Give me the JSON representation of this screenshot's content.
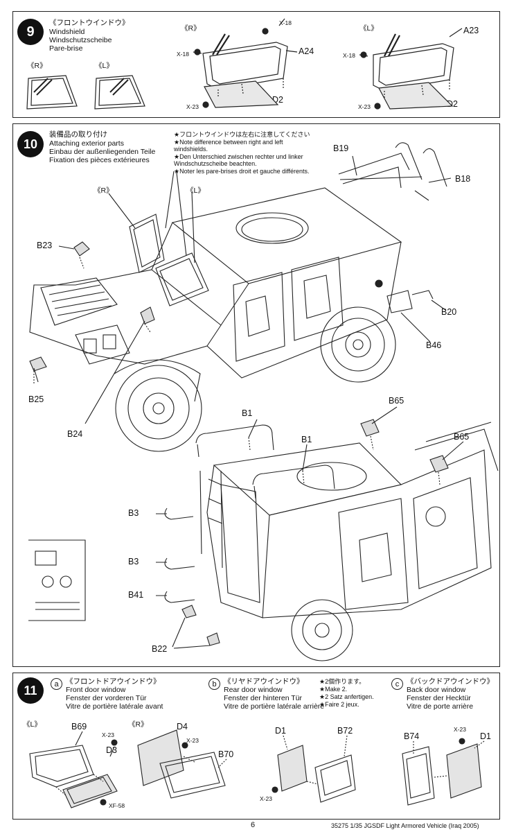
{
  "step9": {
    "number": "9",
    "title_jp": "《フロントウインドウ》",
    "title_en": "Windshield",
    "title_de": "Windschutzscheibe",
    "title_fr": "Pare-brise",
    "side_r": "《R》",
    "side_l": "《L》",
    "side_r2": "《R》",
    "side_l2": "《L》",
    "part_x18_a": "X-18",
    "part_x18_b": "X-18",
    "part_x18_c": "X-18",
    "part_a24": "A24",
    "part_a23": "A23",
    "part_d2_a": "D2",
    "part_d2_b": "D2",
    "part_x23_a": "X-23",
    "part_x23_b": "X-23"
  },
  "step10": {
    "number": "10",
    "title_jp": "装備品の取り付け",
    "title_en": "Attaching exterior parts",
    "title_de": "Einbau der außenliegenden Teile",
    "title_fr": "Fixation des pièces extérieures",
    "note_jp": "★フロントウインドウは左右に注意してください",
    "note_en1": "★Note difference between right and left",
    "note_en2": "windshields.",
    "note_de1": "★Den Unterschied zwischen rechter und linker",
    "note_de2": "Windschutzscheibe beachten.",
    "note_fr": "★Noter les pare-brises droit et gauche différents.",
    "side_r": "《R》",
    "side_l": "《L》",
    "parts": {
      "b19": "B19",
      "b18": "B18",
      "b23": "B23",
      "b20": "B20",
      "b46": "B46",
      "b25": "B25",
      "b24": "B24",
      "b65a": "B65",
      "b65b": "B65",
      "b1a": "B1",
      "b1b": "B1",
      "b3a": "B3",
      "b3b": "B3",
      "b41": "B41",
      "b22": "B22"
    }
  },
  "step11": {
    "number": "11",
    "a": {
      "letter": "a",
      "title_jp": "《フロントドアウインドウ》",
      "title_en": "Front door window",
      "title_de": "Fenster der vorderen Tür",
      "title_fr": "Vitre de portière latérale avant"
    },
    "b": {
      "letter": "b",
      "title_jp": "《リヤドアウインドウ》",
      "title_en": "Rear door window",
      "title_de": "Fenster der hinteren Tür",
      "title_fr": "Vitre de portière latérale arrière",
      "make_jp": "★2個作ります。",
      "make_en": "★Make 2.",
      "make_de": "★2 Satz anfertigen.",
      "make_fr": "★Faire 2 jeux."
    },
    "c": {
      "letter": "c",
      "title_jp": "《バックドアウインドウ》",
      "title_en": "Back door window",
      "title_de": "Fenster der Hecktür",
      "title_fr": "Vitre de porte arrière"
    },
    "side_l": "《L》",
    "side_r": "《R》",
    "parts": {
      "b69": "B69",
      "d3": "D3",
      "x23a": "X-23",
      "xf58": "XF-58",
      "d4": "D4",
      "x23b": "X-23",
      "b70": "B70",
      "d1a": "D1",
      "b72": "B72",
      "x23c": "X-23",
      "b74": "B74",
      "x23d": "X-23",
      "d1b": "D1"
    }
  },
  "footer": {
    "page": "6",
    "code": "35275  1/35 JGSDF Light Armored Vehicle (Iraq 2005)"
  }
}
